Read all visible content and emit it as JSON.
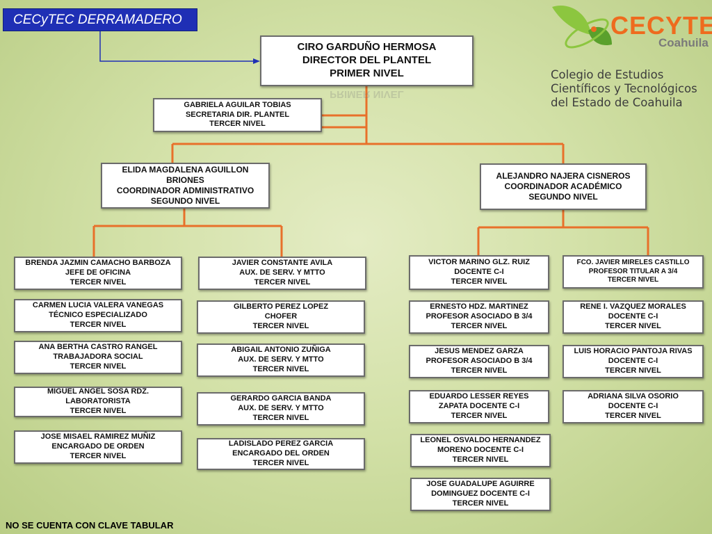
{
  "title_badge": "CECyTEC DERRAMADERO",
  "logo": {
    "name": "CECYTE",
    "region": "Coahuila",
    "caption": "Colegio de Estudios Científicos y Tecnológicos del Estado de Coahuila"
  },
  "footer": "NO SE CUENTA CON CLAVE TABULAR",
  "colors": {
    "connector": "#e8702a",
    "title_bg": "#1f2fb5",
    "arrow": "#1f2fb5"
  },
  "nodes": {
    "director": "CIRO GARDUÑO HERMOSA\nDIRECTOR DEL PLANTEL\nPRIMER NIVEL",
    "secretaria": "GABRIELA AGUILAR TOBIAS\nSECRETARIA DIR. PLANTEL\nTERCER NIVEL",
    "coord_admin": "ELIDA MAGDALENA AGUILLON\nBRIONES\nCOORDINADOR ADMINISTRATIVO\nSEGUNDO NIVEL",
    "coord_acad": "ALEJANDRO NAJERA CISNEROS\nCOORDINADOR ACADÉMICO\nSEGUNDO NIVEL",
    "a1": "BRENDA JAZMIN CAMACHO BARBOZA\nJEFE DE OFICINA\nTERCER NIVEL",
    "a2": "CARMEN LUCIA VALERA VANEGAS\nTÉCNICO ESPECIALIZADO\nTERCER NIVEL",
    "a3": "ANA BERTHA CASTRO RANGEL\nTRABAJADORA SOCIAL\nTERCER NIVEL",
    "a4": "MIGUEL ANGEL SOSA RDZ.\nLABORATORISTA\nTERCER NIVEL",
    "a5": "JOSE MISAEL RAMIREZ MUÑIZ\nENCARGADO DE ORDEN\nTERCER NIVEL",
    "b1": "JAVIER CONSTANTE AVILA\nAUX. DE SERV. Y MTTO\nTERCER NIVEL",
    "b2": "GILBERTO PEREZ LOPEZ\nCHOFER\nTERCER NIVEL",
    "b3": "ABIGAIL ANTONIO ZUÑIGA\nAUX. DE SERV. Y MTTO\nTERCER NIVEL",
    "b4": "GERARDO GARCIA BANDA\nAUX. DE SERV. Y MTTO\nTERCER NIVEL",
    "b5": "LADISLADO PEREZ GARCIA\nENCARGADO DEL ORDEN\nTERCER NIVEL",
    "c1": "VICTOR MARINO GLZ. RUIZ\nDOCENTE C-I\nTERCER NIVEL",
    "c2": "ERNESTO HDZ. MARTINEZ\nPROFESOR ASOCIADO B 3/4\nTERCER NIVEL",
    "c3": "JESUS MENDEZ GARZA\nPROFESOR ASOCIADO B 3/4\nTERCER NIVEL",
    "c4": "EDUARDO LESSER REYES\nZAPATA DOCENTE C-I\nTERCER NIVEL",
    "c5": "LEONEL OSVALDO HERNANDEZ\nMORENO DOCENTE C-I\nTERCER NIVEL",
    "c6": "JOSE GUADALUPE AGUIRRE\nDOMINGUEZ DOCENTE C-I\nTERCER NIVEL",
    "d1": "FCO. JAVIER MIRELES CASTILLO\nPROFESOR TITULAR  A 3/4\nTERCER NIVEL",
    "d2": "RENE I. VAZQUEZ MORALES\nDOCENTE C-I\nTERCER NIVEL",
    "d3": "LUIS HORACIO PANTOJA RIVAS\nDOCENTE C-I\nTERCER NIVEL",
    "d4": "ADRIANA SILVA OSORIO\nDOCENTE C-I\nTERCER NIVEL"
  }
}
